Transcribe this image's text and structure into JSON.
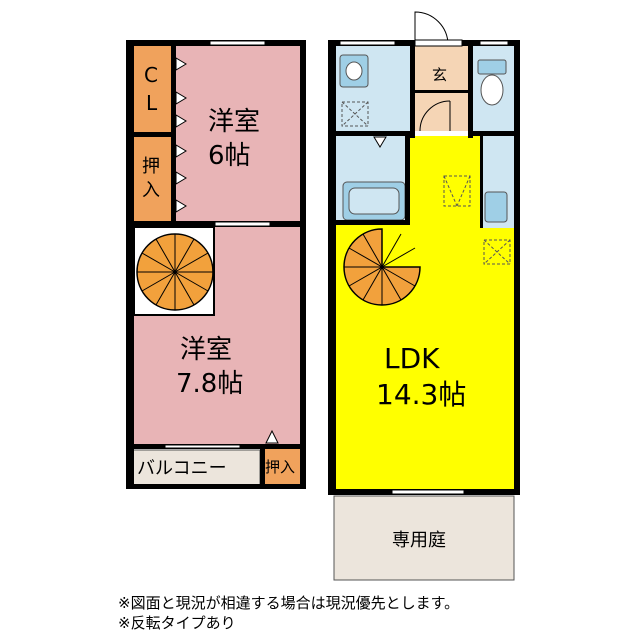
{
  "colors": {
    "wall": "#000000",
    "western_room": "#e8b4b6",
    "closet": "#f0a25c",
    "ldk": "#ffff00",
    "wet_area": "#cfe6f2",
    "fixture": "#9fcfe6",
    "entrance": "#f5d5b5",
    "balcony": "#ece5dc",
    "garden": "#ece5dc",
    "stair": "#f2a13c"
  },
  "rooms": {
    "upper_room_name": "洋室",
    "upper_room_size": "6帖",
    "cl_line1": "C",
    "cl_line2": "L",
    "oshiire1_line1": "押",
    "oshiire1_line2": "入",
    "lower_room_name": "洋室",
    "lower_room_size": "7.8帖",
    "balcony": "バルコニー",
    "oshiire2": "押入",
    "entrance": "玄",
    "ldk_name": "LDK",
    "ldk_size": "14.3帖",
    "garden": "専用庭"
  },
  "notes": {
    "line1": "※図面と現況が相違する場合は現況優先とします。",
    "line2": "※反転タイプあり"
  }
}
